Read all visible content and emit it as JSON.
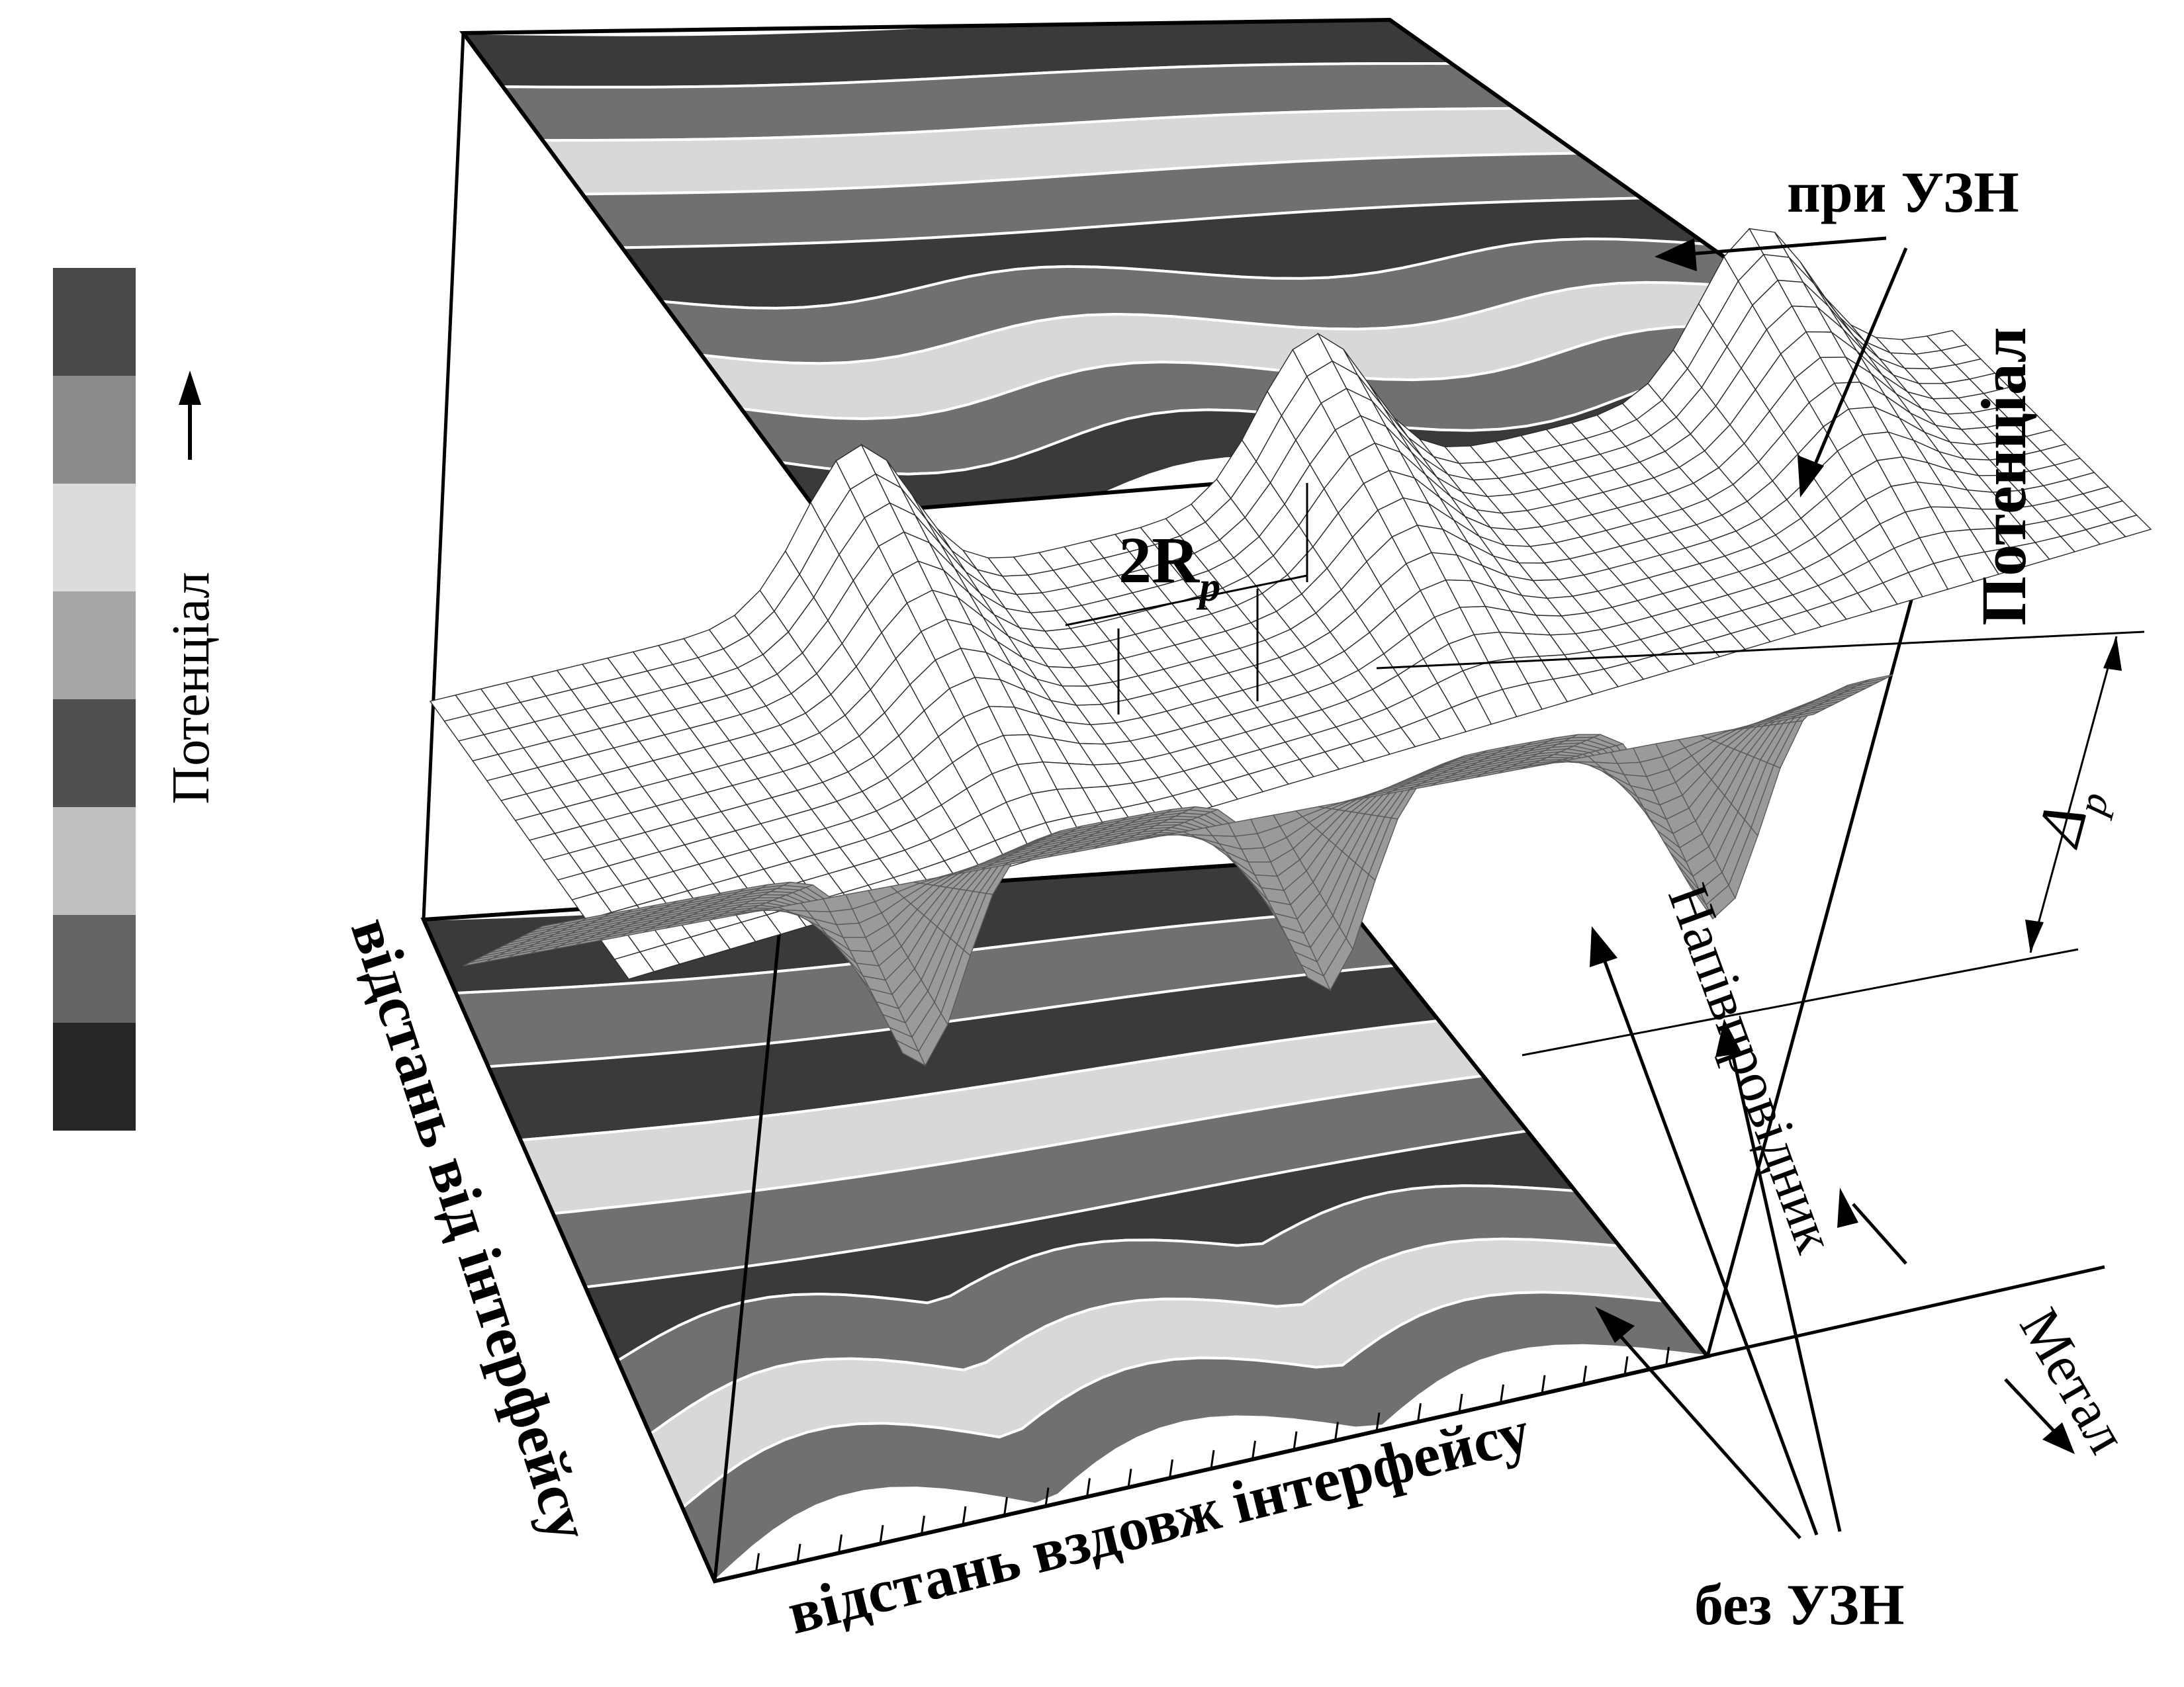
{
  "legend": {
    "axis_label": "Потенціал",
    "bands": [
      "#484848",
      "#8a8a8a",
      "#dcdcdc",
      "#a6a6a6",
      "#505050",
      "#c0c0c0",
      "#646464",
      "#262626"
    ]
  },
  "labels": {
    "with_uzn": "при УЗН",
    "without_uzn": "без УЗН",
    "potential": "Потенціал",
    "semiconductor": "Напівпровідник",
    "metal": "Метал",
    "dist_from_interface": "відстань від інтерфейсу",
    "dist_along_interface": "відстань вздовж інтерфейсу",
    "rp_main": "2R",
    "rp_sub": "p",
    "delta_main": "Δ",
    "delta_sub": "p"
  },
  "colors": {
    "line": "#000000",
    "band_dark": "#3a3a3a",
    "band_mid": "#707070",
    "band_light": "#d8d8d8",
    "mesh_upper": "#ffffff",
    "mesh_lower": "#9a9a9a"
  }
}
